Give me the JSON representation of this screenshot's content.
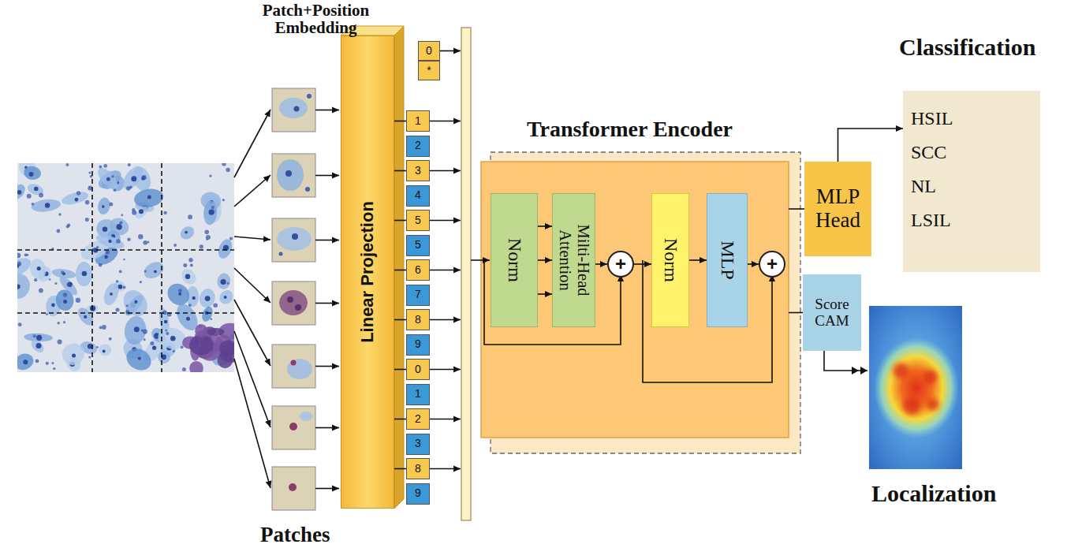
{
  "diagram": {
    "nodes": [
      {
        "text": [
          "Linear Projection"
        ]
      },
      {
        "text": [
          "0"
        ]
      },
      {
        "text": [
          "*"
        ]
      },
      {
        "text": [
          "1"
        ]
      },
      {
        "text": [
          "2"
        ]
      },
      {
        "text": [
          "3"
        ]
      },
      {
        "text": [
          "4"
        ]
      },
      {
        "text": [
          "5"
        ]
      },
      {
        "text": [
          "5"
        ]
      },
      {
        "text": [
          "6"
        ]
      },
      {
        "text": [
          "7"
        ]
      },
      {
        "text": [
          "8"
        ]
      },
      {
        "text": [
          "9"
        ]
      },
      {
        "text": [
          "0"
        ]
      },
      {
        "text": [
          "1"
        ]
      },
      {
        "text": [
          "2"
        ]
      },
      {
        "text": [
          "3"
        ]
      },
      {
        "text": [
          "8"
        ]
      },
      {
        "text": [
          "9"
        ]
      },
      {
        "text": [
          "Transformer Encoder"
        ]
      },
      {
        "text": [
          "Norm"
        ],
        "in": 19
      },
      {
        "text": [
          "Milti-Head Attention"
        ],
        "in": 19
      },
      {
        "text": [
          "+"
        ],
        "in": 19
      },
      {
        "text": [
          "Norm"
        ],
        "in": 19
      },
      {
        "text": [
          "MLP"
        ],
        "in": 19
      },
      {
        "text": [
          "+"
        ],
        "in": 19
      },
      {
        "text": [
          "MLP Head"
        ]
      },
      {
        "text": [
          "Classification",
          "HSIL",
          "SCC",
          "NL",
          "LSIL"
        ]
      },
      {
        "text": [
          "Score CAM"
        ]
      }
    ],
    "edges": [
      {
        "from": 0,
        "to": 3,
        "arrow": "none"
      },
      {
        "from": 0,
        "to": 5,
        "arrow": "none"
      },
      {
        "from": 0,
        "to": 7,
        "arrow": "none"
      },
      {
        "from": 0,
        "to": 9,
        "arrow": "none"
      },
      {
        "from": 0,
        "to": 11,
        "arrow": "none"
      },
      {
        "from": 0,
        "to": 13,
        "arrow": "none"
      },
      {
        "from": 0,
        "to": 15,
        "arrow": "none"
      },
      {
        "from": 0,
        "to": 17,
        "arrow": "none"
      },
      {
        "from": 20,
        "to": 21,
        "arrow": "to"
      },
      {
        "from": 20,
        "to": 21,
        "arrow": "to"
      },
      {
        "from": 20,
        "to": 21,
        "arrow": "to"
      },
      {
        "from": 21,
        "to": 22,
        "arrow": "to"
      },
      {
        "from": 22,
        "to": 23,
        "arrow": "to"
      },
      {
        "from": 23,
        "to": 24,
        "arrow": "to"
      },
      {
        "from": 24,
        "to": 25,
        "arrow": "to"
      },
      {
        "from": 19,
        "to": 26,
        "arrow": "none"
      },
      {
        "from": 26,
        "to": 27,
        "arrow": "to"
      },
      {
        "from": 19,
        "to": 28,
        "arrow": "none"
      }
    ],
    "labels": [
      "Patch+Position Embedding",
      "Patches",
      "Localization"
    ]
  }
}
